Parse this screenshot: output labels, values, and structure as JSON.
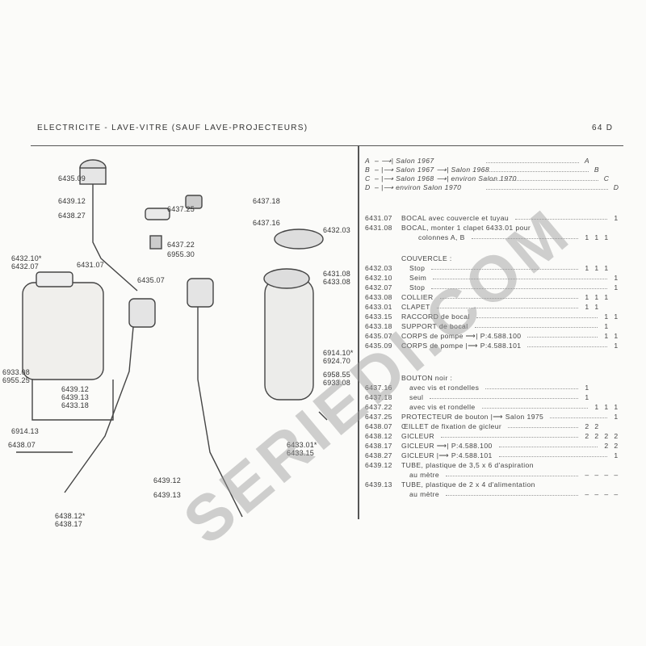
{
  "header": {
    "title": "ELECTRICITE - LAVE-VITRE (SAUF LAVE-PROJECTEURS)",
    "page": "64 D"
  },
  "watermark": "SERIEDI.COM",
  "legend": [
    {
      "code": "A",
      "text": "– ⟶| Salon 1967"
    },
    {
      "code": "B",
      "text": "– |⟶ Salon 1967 ⟶| Salon 1968"
    },
    {
      "code": "C",
      "text": "– |⟶ Salon 1968 ⟶| environ Salon 1970"
    },
    {
      "code": "D",
      "text": "– |⟶ environ Salon 1970"
    }
  ],
  "parts": [
    {
      "code": "6431.07",
      "desc": "BOCAL avec couvercle et tuyau",
      "q": [
        "",
        "",
        "",
        "1"
      ]
    },
    {
      "code": "6431.08",
      "desc": "BOCAL, monter 1 clapet 6433.01 pour",
      "q": null
    },
    {
      "code": "",
      "desc": "colonnes A, B",
      "indent": 2,
      "q": [
        "1",
        "1",
        "1",
        ""
      ]
    },
    {
      "gap": true
    },
    {
      "code": "",
      "desc": "COUVERCLE :",
      "q": null
    },
    {
      "code": "6432.03",
      "desc": "Stop",
      "indent": 1,
      "q": [
        "1",
        "1",
        "1",
        ""
      ]
    },
    {
      "code": "6432.10",
      "desc": "Seim",
      "indent": 1,
      "q": [
        "",
        "",
        "",
        "1"
      ]
    },
    {
      "code": "6432.07",
      "desc": "Stop",
      "indent": 1,
      "q": [
        "",
        "",
        "",
        "1"
      ]
    },
    {
      "code": "6433.08",
      "desc": "COLLIER",
      "q": [
        "1",
        "1",
        "1",
        ""
      ]
    },
    {
      "code": "6433.01",
      "desc": "CLAPET",
      "q": [
        "1",
        "1",
        "",
        ""
      ]
    },
    {
      "code": "6433.15",
      "desc": "RACCORD de bocal",
      "q": [
        "",
        "",
        "1",
        "1"
      ]
    },
    {
      "code": "6433.18",
      "desc": "SUPPORT de bocal",
      "q": [
        "",
        "",
        "1",
        ""
      ]
    },
    {
      "code": "6435.07",
      "desc": "CORPS de pompe ⟶| P:4.588.100",
      "q": [
        "",
        "",
        "1",
        "1"
      ]
    },
    {
      "code": "6435.09",
      "desc": "CORPS de pompe |⟶ P:4.588.101",
      "q": [
        "",
        "",
        "",
        "1"
      ]
    },
    {
      "gap": true
    },
    {
      "gap": true
    },
    {
      "code": "",
      "desc": "BOUTON noir :",
      "q": null
    },
    {
      "code": "6437.16",
      "desc": "avec vis et rondelles",
      "indent": 1,
      "q": [
        "1",
        "",
        "",
        ""
      ]
    },
    {
      "code": "6437.18",
      "desc": "seul",
      "indent": 1,
      "q": [
        "1",
        "",
        "",
        ""
      ]
    },
    {
      "code": "6437.22",
      "desc": "avec vis et rondelle",
      "indent": 1,
      "q": [
        "",
        "1",
        "1",
        "1"
      ]
    },
    {
      "code": "6437.25",
      "desc": "PROTECTEUR de bouton |⟶ Salon 1975",
      "q": [
        "",
        "",
        "",
        "1"
      ]
    },
    {
      "code": "6438.07",
      "desc": "ŒILLET de fixation de gicleur",
      "q": [
        "2",
        "2",
        "",
        ""
      ]
    },
    {
      "code": "6438.12",
      "desc": "GICLEUR",
      "q": [
        "2",
        "2",
        "2",
        "2"
      ]
    },
    {
      "code": "6438.17",
      "desc": "GICLEUR ⟶| P:4.588.100",
      "q": [
        "",
        "",
        "2",
        "2"
      ]
    },
    {
      "code": "6438.27",
      "desc": "GICLEUR |⟶ P:4.588.101",
      "q": [
        "",
        "",
        "",
        "1"
      ]
    },
    {
      "code": "6439.12",
      "desc": "TUBE, plastique de 3,5 x 6 d'aspiration",
      "q": null
    },
    {
      "code": "",
      "desc": "au mètre",
      "indent": 1,
      "q": [
        "–",
        "–",
        "–",
        "–"
      ]
    },
    {
      "code": "6439.13",
      "desc": "TUBE, plastique de 2 x 4 d'alimentation",
      "q": null
    },
    {
      "code": "",
      "desc": "au mètre",
      "indent": 1,
      "q": [
        "–",
        "–",
        "–",
        "–"
      ]
    }
  ],
  "diagram_labels": [
    "6435.09",
    "6439.12",
    "6438.27",
    "6437.25",
    "6437.18",
    "6437.16",
    "6432.03",
    "6437.22",
    "6955.30",
    "6432.10*",
    "6432.07",
    "6431.07",
    "6431.08",
    "6433.08",
    "6435.07",
    "6914.10*",
    "6924.70",
    "6958.55",
    "6933.08",
    "6933.08",
    "6955.25",
    "6439.12",
    "6439.13",
    "6433.18",
    "6914.13",
    "6438.07",
    "6433.01*",
    "6433.15",
    "6439.12",
    "6439.13",
    "6438.12*",
    "6438.17"
  ]
}
